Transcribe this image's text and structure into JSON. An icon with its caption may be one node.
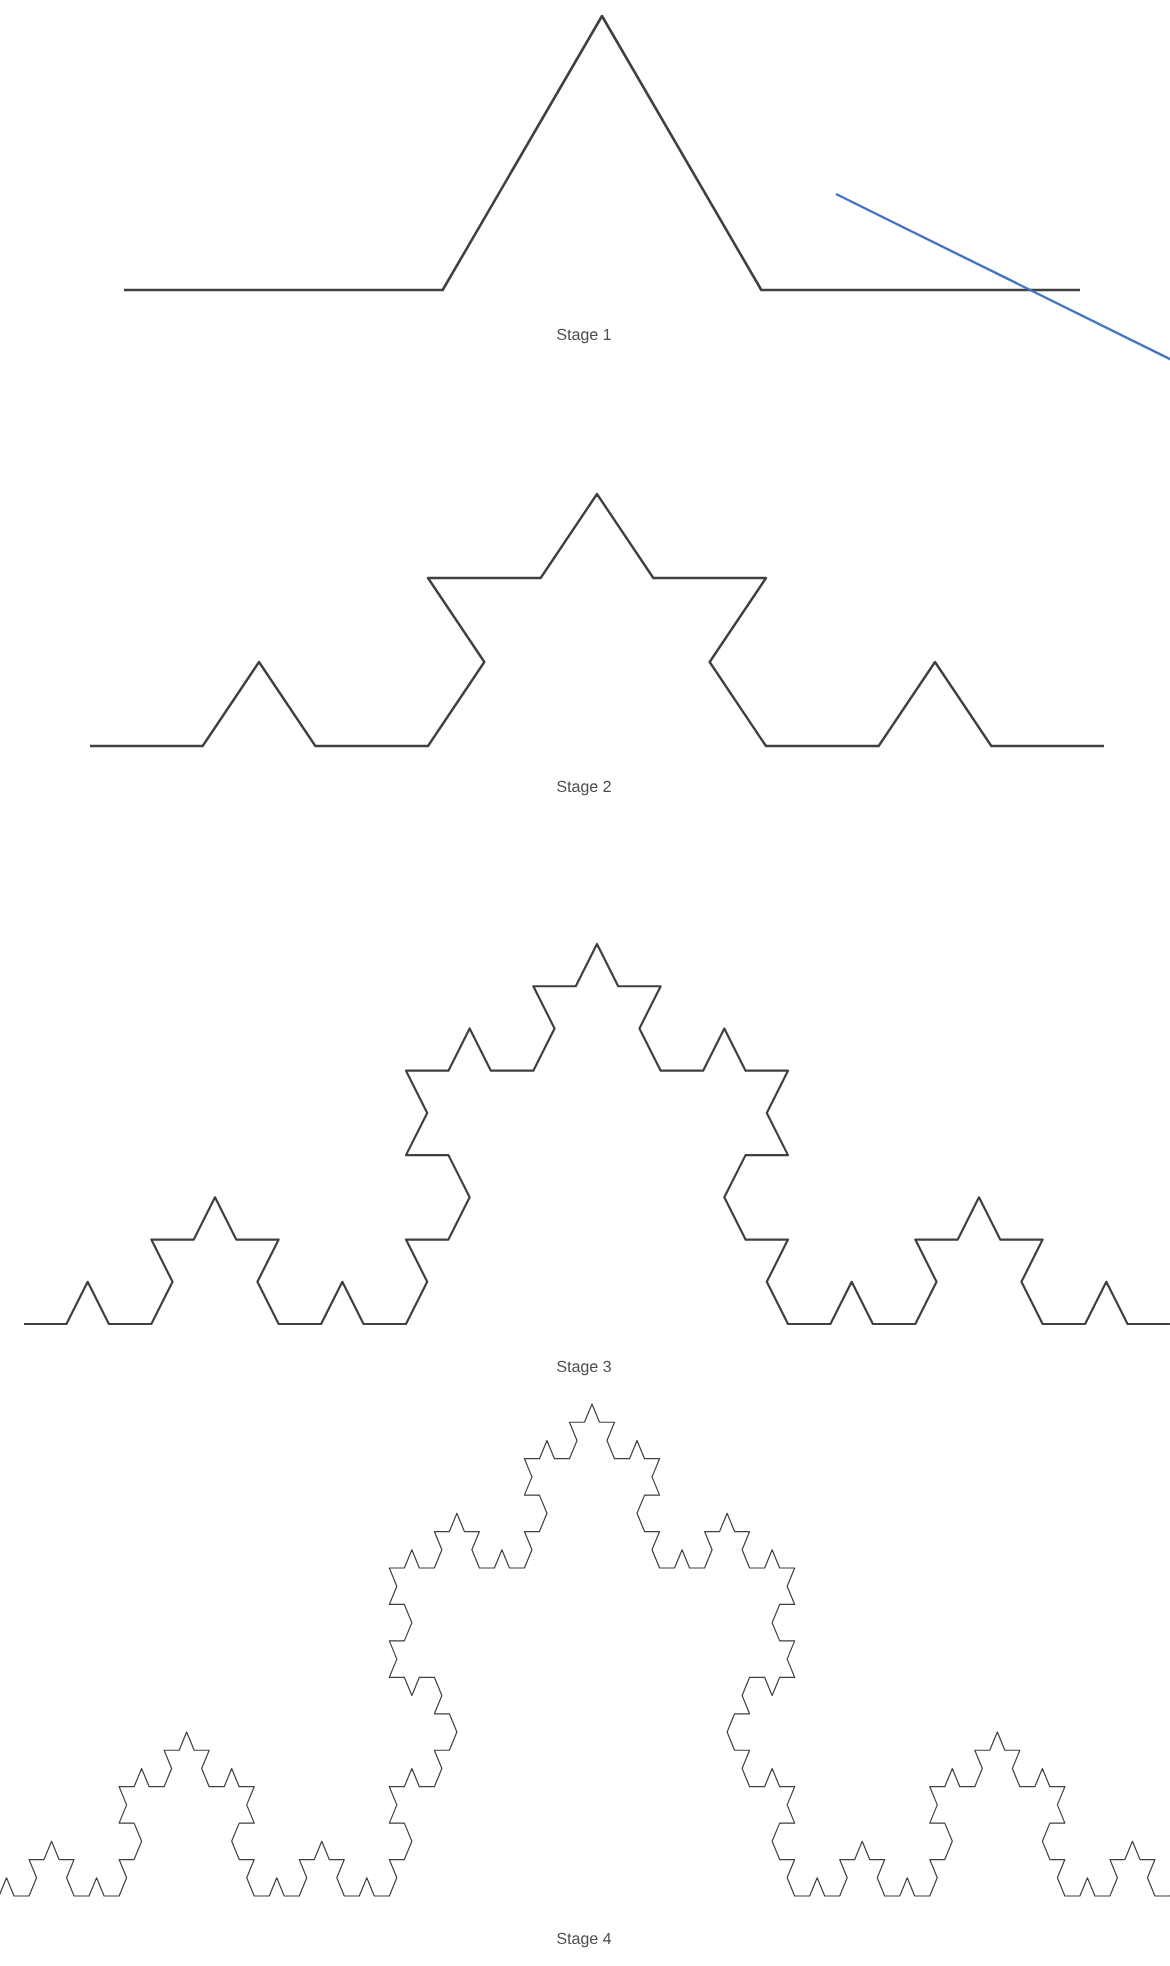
{
  "diagram": {
    "labels": [
      "Stage 1",
      "Stage 2",
      "Stage 3",
      "Stage 4"
    ]
  }
}
